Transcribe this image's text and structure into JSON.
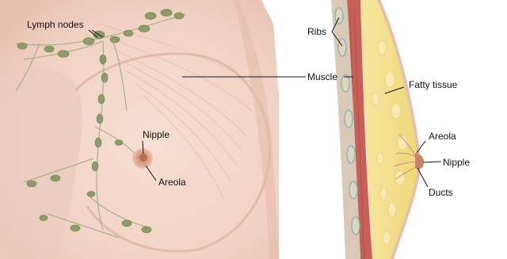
{
  "labels": {
    "lymph_nodes": "Lymph nodes",
    "nipple_front": "Nipple",
    "areola_front": "Areola",
    "ribs": "Ribs",
    "muscle": "Muscle",
    "fatty_tissue": "Fatty tissue",
    "areola_side": "Areola",
    "nipple_side": "Nipple",
    "ducts": "Ducts"
  },
  "colors": {
    "skin": "#f3d8cc",
    "skin_shadow": "#e4bcae",
    "lymph_node": "#8d9b6a",
    "lymph_vessel": "#a8ad8c",
    "muscle": "#c8605a",
    "fat": "#f2e08a",
    "rib": "#d9d5b4",
    "rib_edge": "#9db4c4",
    "leader_line": "#111111"
  }
}
